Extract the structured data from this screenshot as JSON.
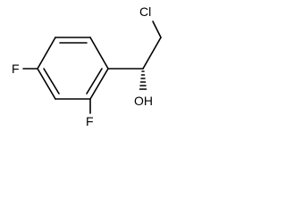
{
  "molecule": {
    "labels": {
      "chlorine": "Cl",
      "hydroxyl": "OH",
      "fluorine_para": "F",
      "fluorine_ortho": "F"
    },
    "stereo_bond": "hashed-wedge",
    "colors": {
      "bond": "#000000",
      "text": "#000000",
      "background": "#ffffff"
    }
  }
}
